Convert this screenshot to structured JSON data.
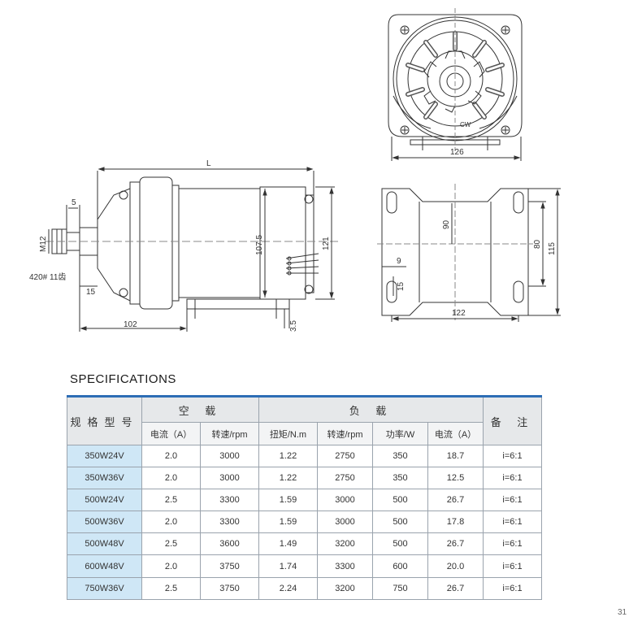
{
  "drawing": {
    "dims": {
      "L": "L",
      "d5": "5",
      "m12": "M12",
      "sprocket": "420# 11齿",
      "d15": "15",
      "d102": "102",
      "d107_5": "107.5",
      "d121": "121",
      "d3_5": "3.5",
      "d126": "126",
      "cw": "CW",
      "d90": "90",
      "d80": "80",
      "d115": "115",
      "d9": "9",
      "d15b": "15",
      "d122": "122"
    }
  },
  "specs": {
    "title": "SPECIFICATIONS",
    "header": {
      "model": "规格型号",
      "no_load": "空 载",
      "load": "负 载",
      "note": "备 注",
      "sub": [
        "电流（A）",
        "转速/rpm",
        "扭矩/N.m",
        "转速/rpm",
        "功率/W",
        "电流（A）"
      ]
    },
    "rows": [
      {
        "model": "350W24V",
        "nl_current": "2.0",
        "nl_speed": "3000",
        "torque": "1.22",
        "l_speed": "2750",
        "power": "350",
        "l_current": "18.7",
        "note": "i=6:1"
      },
      {
        "model": "350W36V",
        "nl_current": "2.0",
        "nl_speed": "3000",
        "torque": "1.22",
        "l_speed": "2750",
        "power": "350",
        "l_current": "12.5",
        "note": "i=6:1"
      },
      {
        "model": "500W24V",
        "nl_current": "2.5",
        "nl_speed": "3300",
        "torque": "1.59",
        "l_speed": "3000",
        "power": "500",
        "l_current": "26.7",
        "note": "i=6:1"
      },
      {
        "model": "500W36V",
        "nl_current": "2.0",
        "nl_speed": "3300",
        "torque": "1.59",
        "l_speed": "3000",
        "power": "500",
        "l_current": "17.8",
        "note": "i=6:1"
      },
      {
        "model": "500W48V",
        "nl_current": "2.5",
        "nl_speed": "3600",
        "torque": "1.49",
        "l_speed": "3200",
        "power": "500",
        "l_current": "26.7",
        "note": "i=6:1"
      },
      {
        "model": "600W48V",
        "nl_current": "2.0",
        "nl_speed": "3750",
        "torque": "1.74",
        "l_speed": "3300",
        "power": "600",
        "l_current": "20.0",
        "note": "i=6:1"
      },
      {
        "model": "750W36V",
        "nl_current": "2.5",
        "nl_speed": "3750",
        "torque": "2.24",
        "l_speed": "3200",
        "power": "750",
        "l_current": "26.7",
        "note": "i=6:1"
      }
    ]
  },
  "page_number": "31"
}
